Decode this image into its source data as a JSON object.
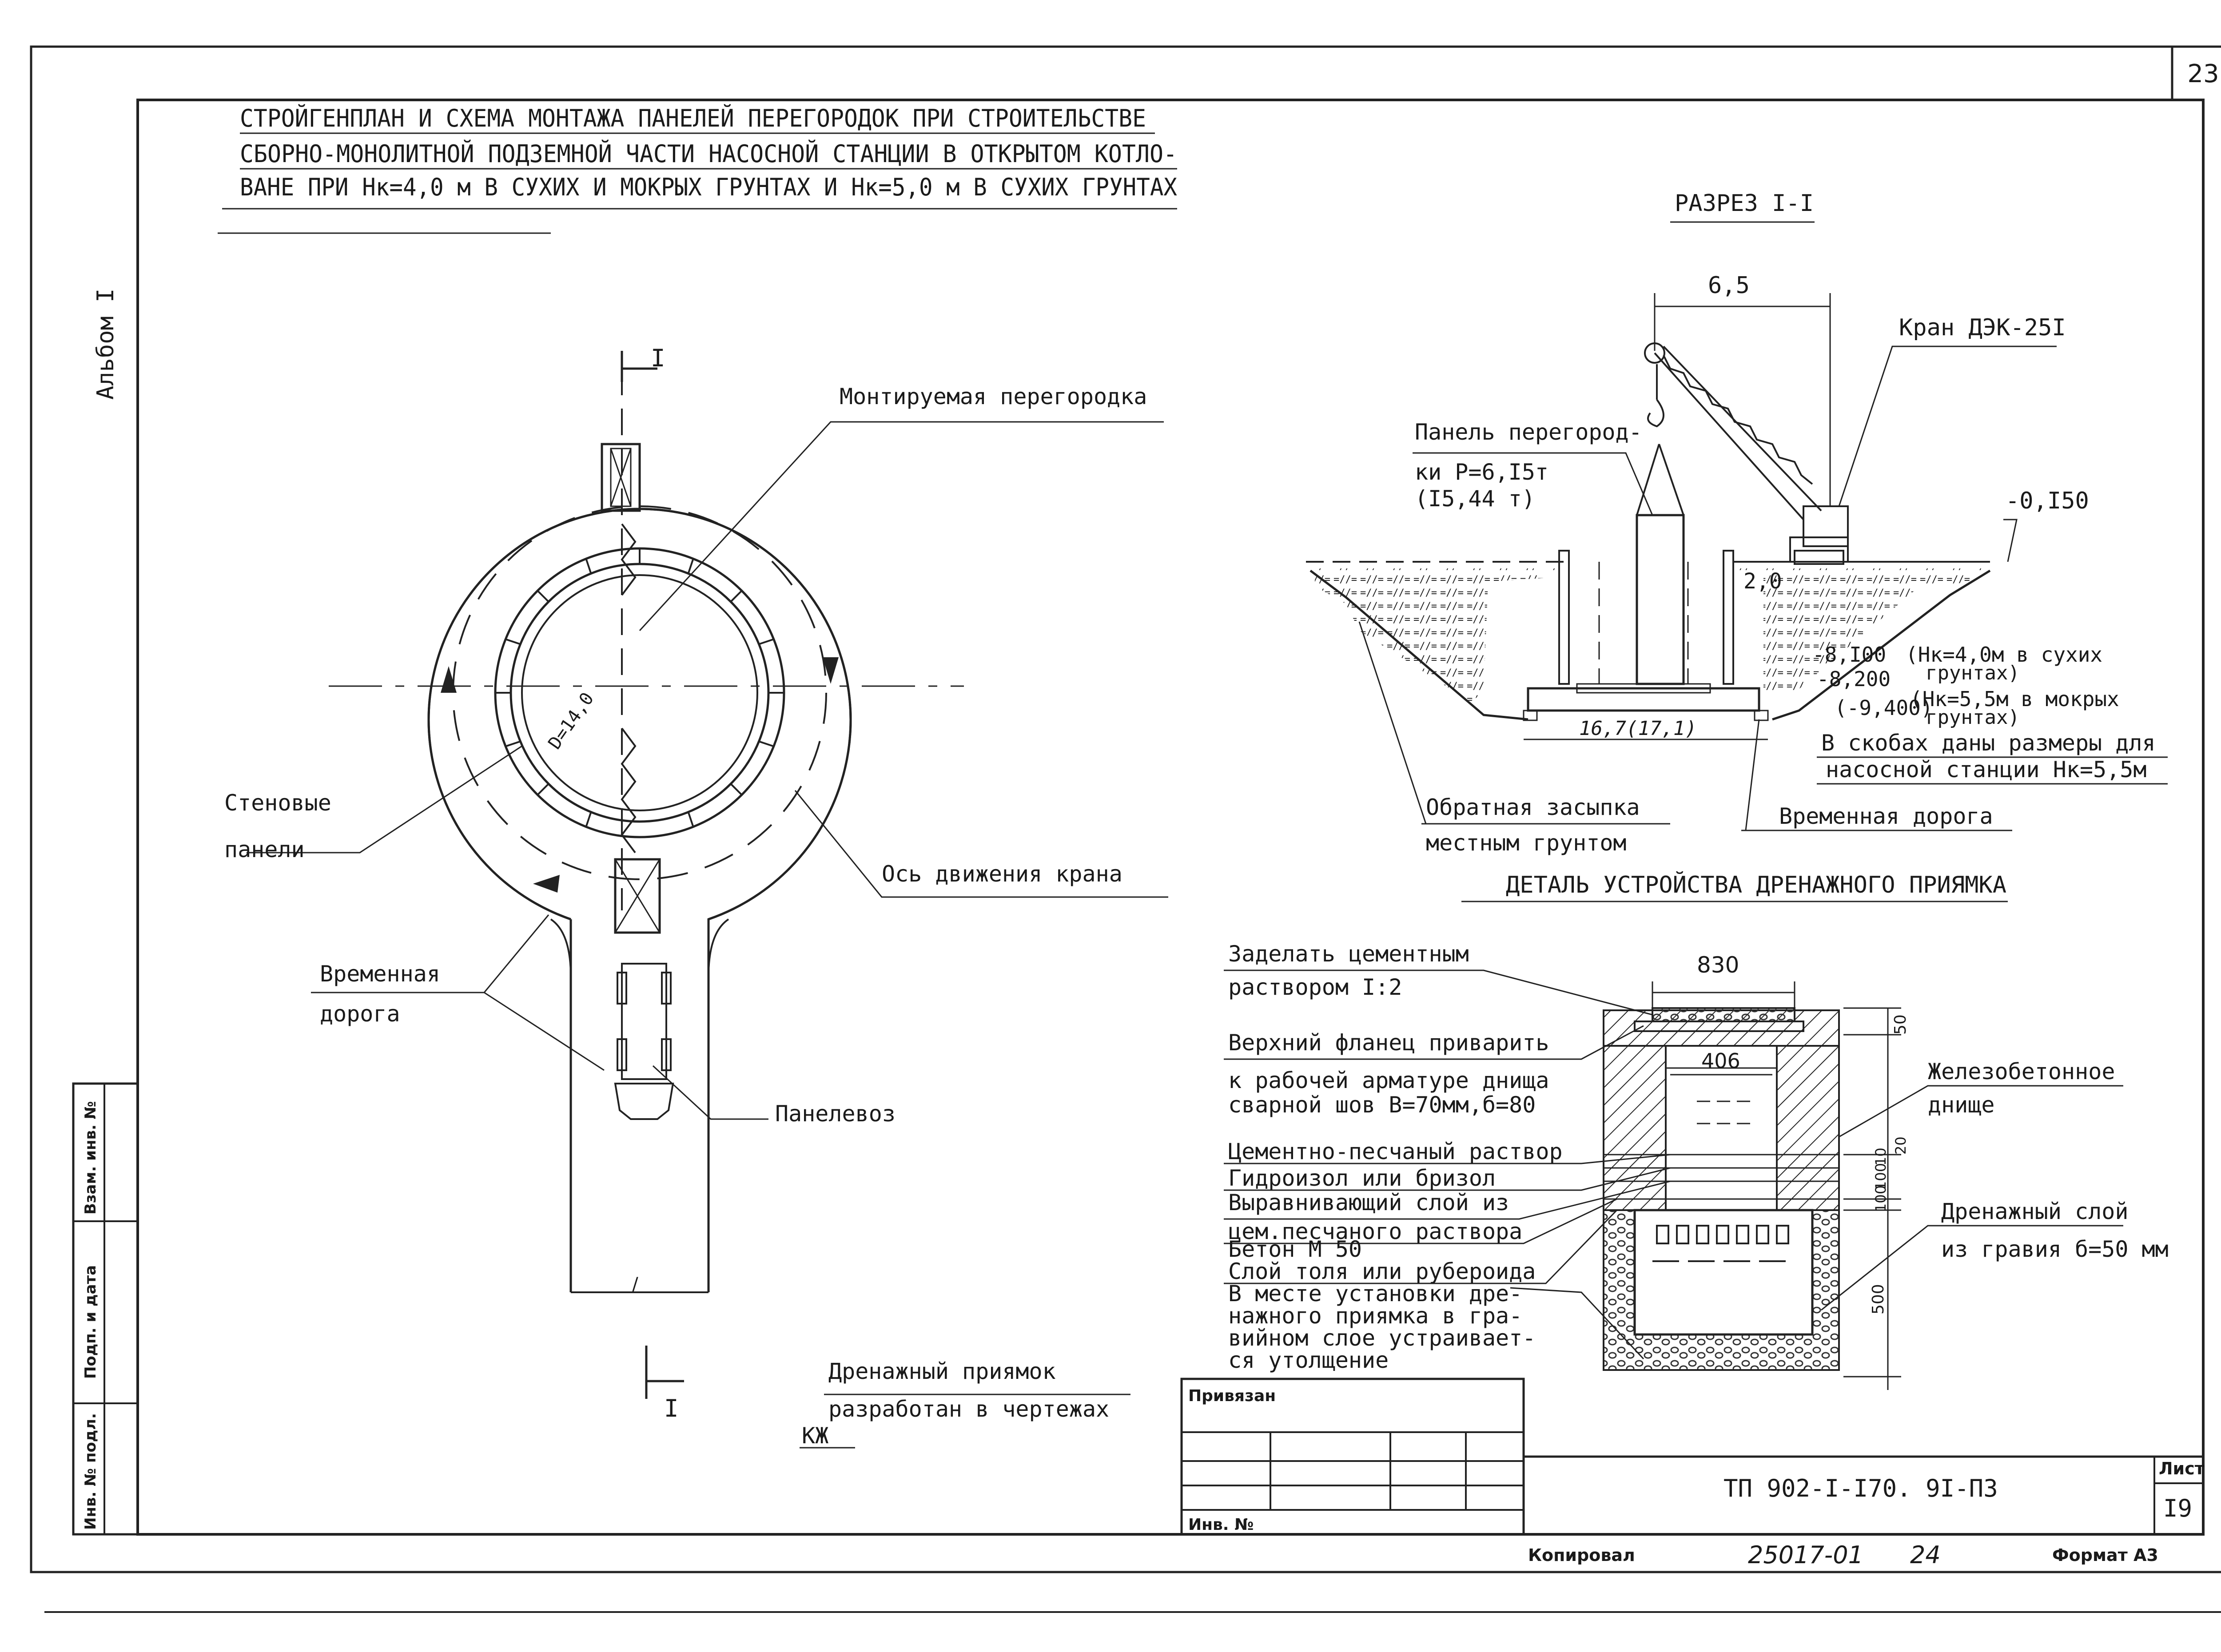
{
  "sheet": {
    "corner_page": "23",
    "album": "Альбом I",
    "title_lines": [
      "СТРОЙГЕНПЛАН И СХЕМА МОНТАЖА ПАНЕЛЕЙ ПЕРЕГОРОДОК ПРИ СТРОИТЕЛЬСТВЕ",
      "СБОРНО-МОНОЛИТНОЙ ПОДЗЕМНОЙ ЧАСТИ НАСОСНОЙ СТАНЦИИ В ОТКРЫТОМ КОТЛО-",
      "ВАНЕ ПРИ Нк=4,0 м В СУХИХ И МОКРЫХ ГРУНТАХ И Нк=5,0 м В СУХИХ ГРУНТАХ"
    ]
  },
  "plan": {
    "section_mark": "I",
    "diameter": "D=14,0",
    "label_partition": "Монтируемая перегородка",
    "label_wall_panels": [
      "Стеновые",
      "панели"
    ],
    "label_crane_axis": "Ось движения крана",
    "label_temp_road": [
      "Временная",
      "дорога"
    ],
    "label_panel_truck": "Панелевоз",
    "note_pit": [
      "Дренажный приямок",
      "разработан в чертежах",
      "КЖ"
    ]
  },
  "section": {
    "title": "РАЗРЕЗ I-I",
    "dim_reach": "6,5",
    "crane": "Кран ДЭК-25I",
    "panel_label": [
      "Панель перегород-",
      "ки Р=6,I5т",
      "(I5,44 т)"
    ],
    "elev_top": "-0,I50",
    "dim_2": "2,0",
    "elev_1": "-8,I00",
    "elev_2": "-8,200",
    "elev_3": "(-9,400)",
    "note_1": [
      "(Нк=4,0м в сухих",
      "грунтах)"
    ],
    "note_2": [
      "(Нк=5,5м в мокрых",
      "грунтах)"
    ],
    "width": "16,7(17,1)",
    "brackets_note": [
      "В скобах даны размеры для",
      "насосной станции Нк=5,5м"
    ],
    "backfill": [
      "Обратная засыпка",
      "местным грунтом"
    ],
    "temp_road": "Временная дорога"
  },
  "detail": {
    "title": "ДЕТАЛЬ УСТРОЙСТВА ДРЕНАЖНОГО ПРИЯМКА",
    "dim_830": "830",
    "dim_406": "406",
    "dim_50": "50",
    "dim_20": "20",
    "dim_10": "10",
    "dim_100a": "100",
    "dim_100b": "100",
    "dim_500": "500",
    "left_notes": [
      [
        "Заделать цементным",
        "раствором I:2"
      ],
      [
        "Верхний фланец приварить",
        "к рабочей арматуре днища",
        "сварной шов В=70мм,б=80"
      ],
      [
        "Цементно-песчаный раствор"
      ],
      [
        "Гидроизол или бризол"
      ],
      [
        "Выравнивающий слой из",
        "цем.песчаного раствора"
      ],
      [
        "Бетон М 50"
      ],
      [
        "Слой толя или рубероида"
      ],
      [
        "В месте установки дре-",
        "нажного приямка в гра-",
        "вийном слое устраивает-",
        "ся утолщение"
      ]
    ],
    "right_notes": [
      [
        "Железобетонное",
        "днище"
      ],
      [
        "Дренажный слой",
        "из гравия б=50 мм"
      ]
    ]
  },
  "stamp": {
    "privyazan": "Привязан",
    "inv_no": "Инв. №",
    "doc_code": "ТП 902-I-I70. 9I-ПЗ",
    "list_label": "Лист",
    "list_no": "I9",
    "side_labels": [
      "Взам. инв. №",
      "Подп. и дата",
      "Инв. № подл."
    ],
    "copied": "Копировал",
    "copy_no": "25017-01",
    "copy_no2": "24",
    "format": "Формат А3"
  }
}
